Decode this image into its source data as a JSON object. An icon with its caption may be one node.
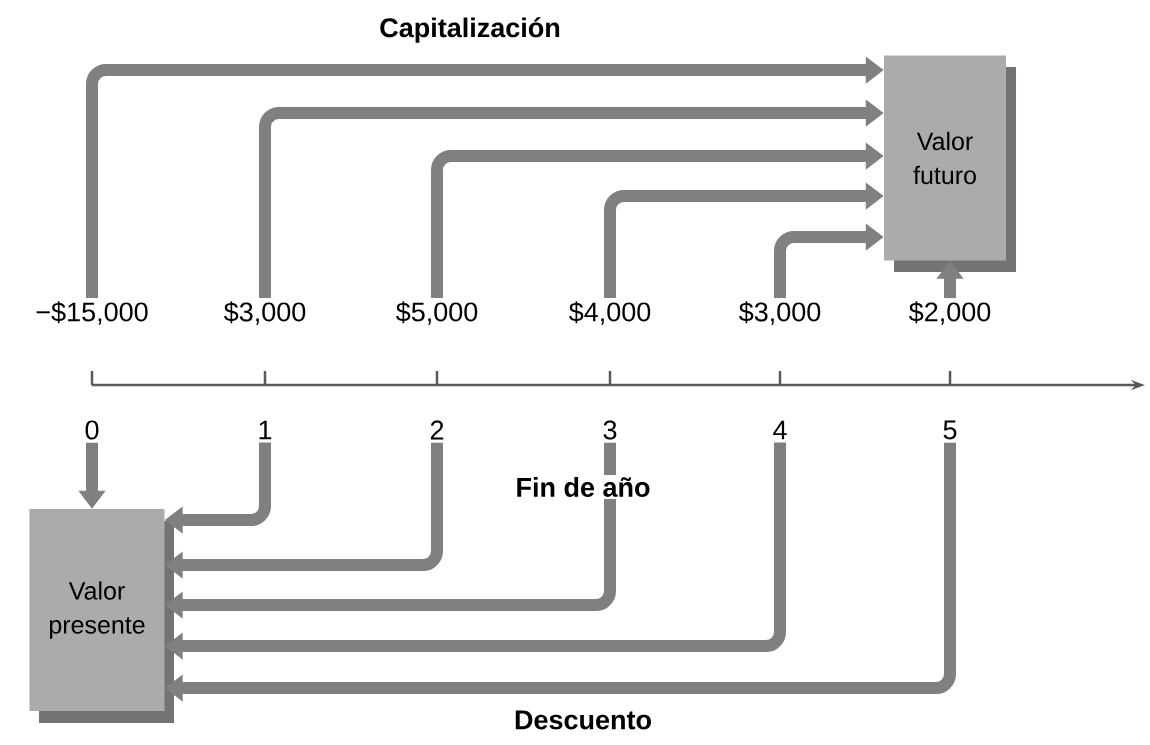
{
  "diagram": {
    "nodes": [
      {
        "text": [
          "−$15,000"
        ]
      },
      {
        "text": [
          "$3,000"
        ]
      },
      {
        "text": [
          "$5,000"
        ]
      },
      {
        "text": [
          "$4,000"
        ]
      },
      {
        "text": [
          "$3,000"
        ]
      },
      {
        "text": [
          "$2,000"
        ]
      },
      {
        "text": [
          "0"
        ]
      },
      {
        "text": [
          "1"
        ]
      },
      {
        "text": [
          "2"
        ]
      },
      {
        "text": [
          "3"
        ]
      },
      {
        "text": [
          "4"
        ]
      },
      {
        "text": [
          "5"
        ]
      },
      {
        "text": [
          "Valor futuro"
        ]
      },
      {
        "text": [
          "Valor presente"
        ]
      }
    ],
    "edges": [
      {
        "from": 0,
        "to": 12,
        "arrow": "to"
      },
      {
        "from": 1,
        "to": 12,
        "arrow": "to"
      },
      {
        "from": 2,
        "to": 12,
        "arrow": "to"
      },
      {
        "from": 3,
        "to": 12,
        "arrow": "to"
      },
      {
        "from": 4,
        "to": 12,
        "arrow": "to"
      },
      {
        "from": 5,
        "to": 12,
        "arrow": "to"
      },
      {
        "from": 6,
        "to": 13,
        "arrow": "to"
      },
      {
        "from": 7,
        "to": 13,
        "arrow": "to"
      },
      {
        "from": 8,
        "to": 13,
        "arrow": "to"
      },
      {
        "from": 9,
        "to": 13,
        "arrow": "to"
      },
      {
        "from": 10,
        "to": 13,
        "arrow": "to"
      },
      {
        "from": 11,
        "to": 13,
        "arrow": "to"
      }
    ],
    "labels": [
      "Capitalización",
      "Fin de año",
      "Descuento"
    ]
  }
}
